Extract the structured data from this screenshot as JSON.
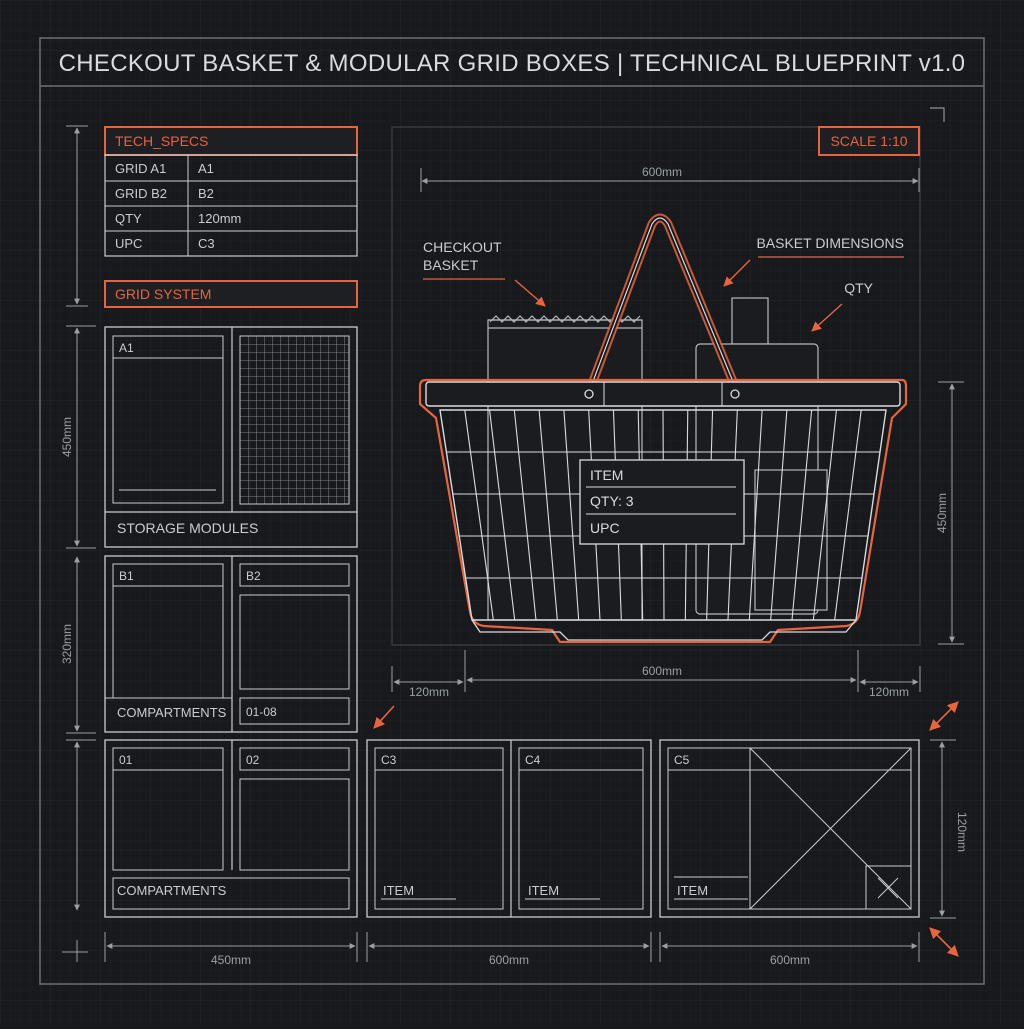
{
  "title": "CHECKOUT BASKET & MODULAR GRID BOXES | TECHNICAL BLUEPRINT v1.0",
  "colors": {
    "background": "#17191c",
    "line": "#d9dcdf",
    "dim_line": "#8e9297",
    "accent": "#e8643c",
    "grid": "#23262a"
  },
  "tech_specs": {
    "header": "TECH_SPECS",
    "rows": [
      {
        "label": "GRID A1",
        "value": "A1"
      },
      {
        "label": "GRID B2",
        "value": "B2"
      },
      {
        "label": "QTY",
        "value": "120mm"
      },
      {
        "label": "UPC",
        "value": "C3"
      }
    ]
  },
  "grid_system": {
    "header": "GRID SYSTEM",
    "a1_label": "A1",
    "storage_label": "STORAGE MODULES",
    "b1_label": "B1",
    "b2_label": "B2",
    "compartments_label": "COMPARTMENTS",
    "range_label": "01-08",
    "dim_450": "450mm",
    "dim_320": "320mm"
  },
  "basket": {
    "scale": "SCALE 1:10",
    "dim_top": "600mm",
    "dim_bottom": "600mm",
    "dim_side": "450mm",
    "dim_left": "120mm",
    "dim_right": "120mm",
    "callout_checkout_line1": "CHECKOUT",
    "callout_checkout_line2": "BASKET",
    "callout_dimensions": "BASKET DIMENSIONS",
    "callout_qty": "QTY",
    "tag_item": "ITEM",
    "tag_qty": "QTY: 3",
    "tag_upc": "UPC"
  },
  "bottom_modules": {
    "m01_label": "01",
    "m02_label": "02",
    "compartments_label": "COMPARTMENTS",
    "c3_label": "C3",
    "c4_label": "C4",
    "c5_label": "C5",
    "item_label": "ITEM",
    "dim_450": "450mm",
    "dim_600_a": "600mm",
    "dim_600_b": "600mm",
    "dim_120": "120mm"
  }
}
